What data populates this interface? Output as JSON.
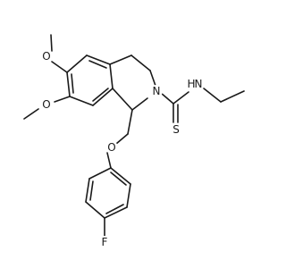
{
  "molecule": {
    "atom_labels": {
      "o_top": "O",
      "o_left": "O",
      "n_ring": "N",
      "nh": "H",
      "nh_n": "N",
      "s": "S",
      "o_ether": "O",
      "f": "F"
    }
  }
}
